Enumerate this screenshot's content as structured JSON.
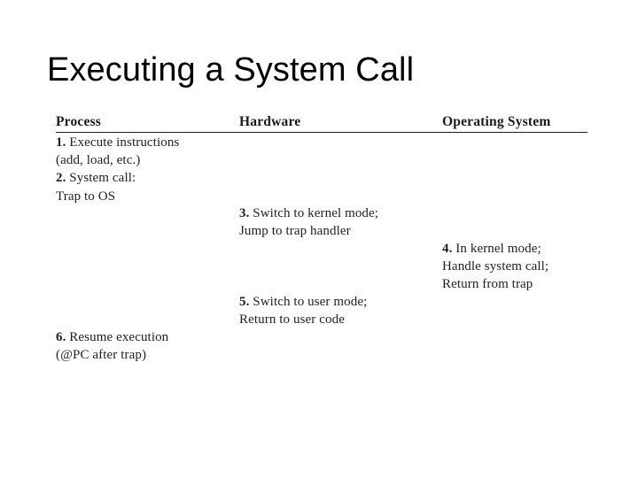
{
  "slide": {
    "title": "Executing a System Call",
    "background_color": "#ffffff",
    "text_color": "#201f1d",
    "rule_color": "#1d1d1b"
  },
  "figure": {
    "columns": [
      {
        "header": "Process"
      },
      {
        "header": "Hardware"
      },
      {
        "header": "Operating System"
      }
    ],
    "steps": [
      {
        "number": "1.",
        "column": "Process",
        "lines": [
          "Execute instructions",
          "(add, load, etc.)"
        ]
      },
      {
        "number": "2.",
        "column": "Process",
        "lines": [
          "System call:",
          "Trap to OS"
        ]
      },
      {
        "number": "3.",
        "column": "Hardware",
        "lines": [
          "Switch to kernel mode;",
          "Jump to trap handler"
        ]
      },
      {
        "number": "4.",
        "column": "Operating System",
        "lines": [
          "In kernel mode;",
          "Handle system call;",
          "Return from trap"
        ]
      },
      {
        "number": "5.",
        "column": "Hardware",
        "lines": [
          "Switch to user mode;",
          "Return to user code"
        ]
      },
      {
        "number": "6.",
        "column": "Process",
        "lines": [
          "Resume execution",
          "(@PC after trap)"
        ]
      }
    ],
    "blocks": {
      "process_top": {
        "num1": "1.",
        "l1": " Execute instructions",
        "l2": "(add, load, etc.)",
        "num2": "2.",
        "l3": " System call:",
        "l4": "Trap to OS"
      },
      "hardware_kernel": {
        "num": "3.",
        "l1": " Switch to kernel mode;",
        "l2": "Jump to trap handler"
      },
      "os_handle": {
        "num": "4.",
        "l1": " In kernel mode;",
        "l2": "Handle system call;",
        "l3": "Return from trap"
      },
      "hardware_user": {
        "num": "5.",
        "l1": " Switch to user mode;",
        "l2": "Return to user code"
      },
      "process_resume": {
        "num": "6.",
        "l1": " Resume execution",
        "l2": "(@PC after trap)"
      }
    }
  }
}
